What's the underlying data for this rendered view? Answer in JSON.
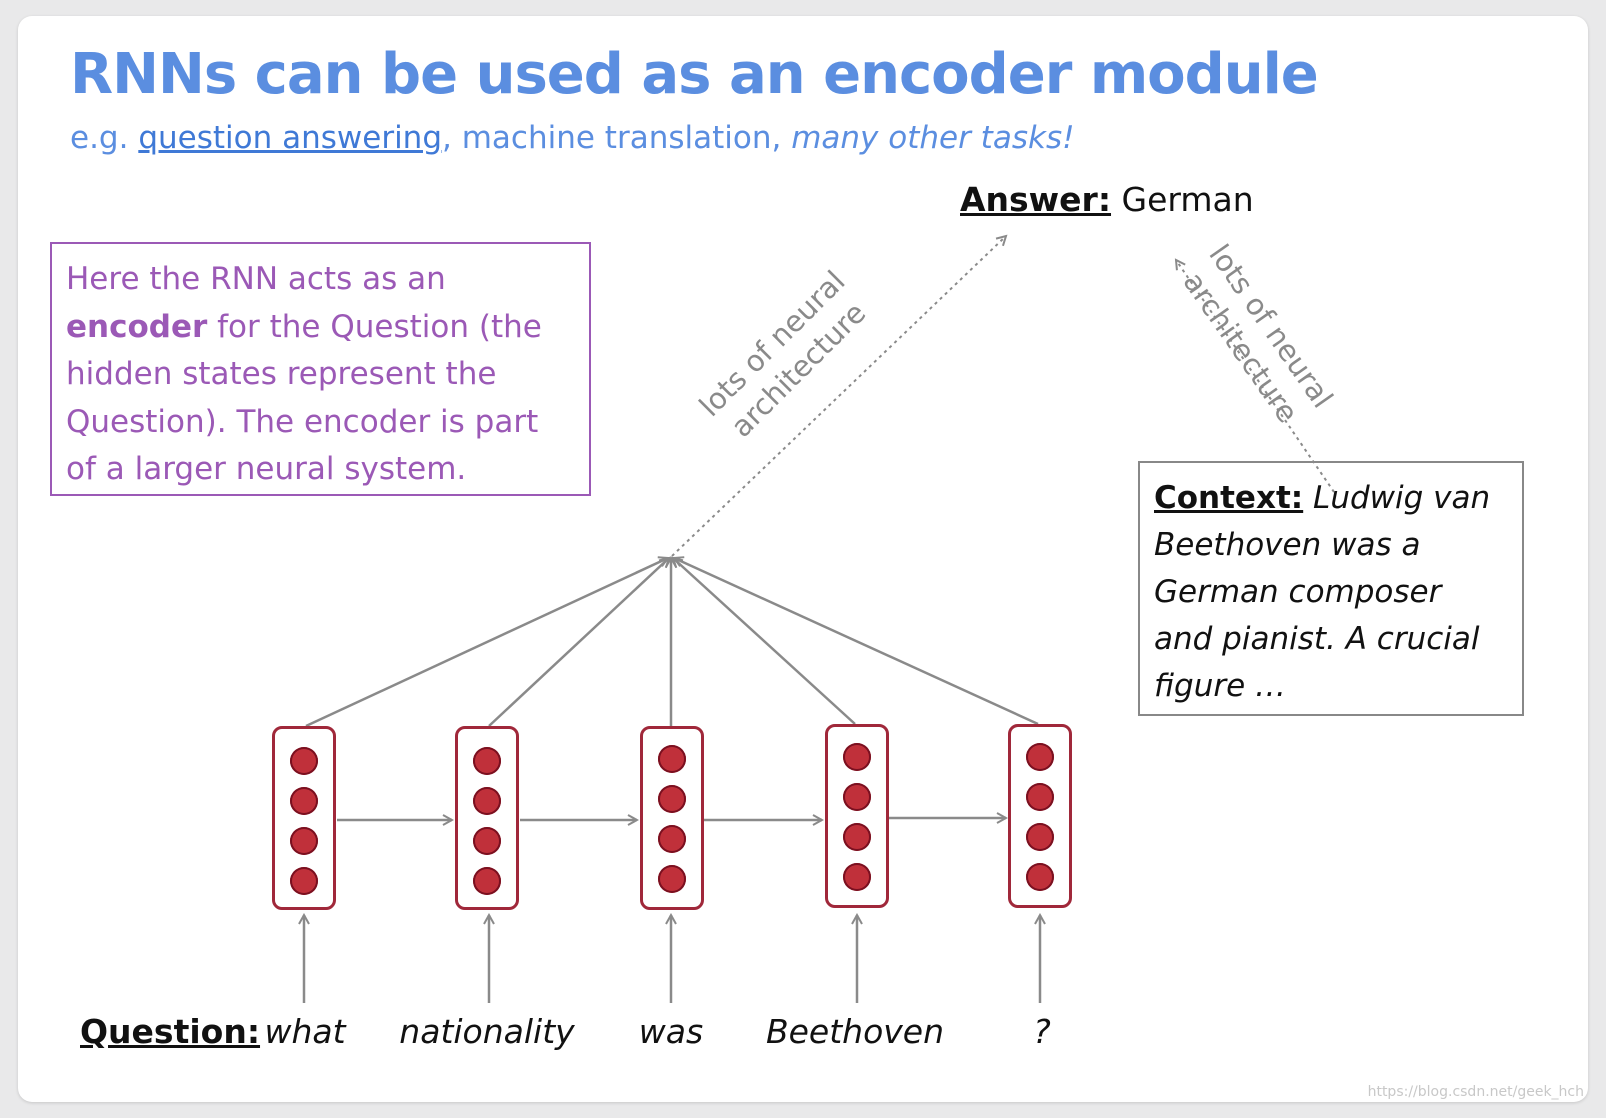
{
  "title": "RNNs can be used as an encoder module",
  "subtitle": {
    "prefix": "e.g. ",
    "link": "question answering",
    "middle": ", machine translation, ",
    "italic": "many other tasks!"
  },
  "encoder_note": {
    "part1": "Here the RNN acts as an ",
    "bold": "encoder",
    "part2": " for the Question (the hidden states represent the Question). The encoder is part of a larger neural system."
  },
  "answer": {
    "label": "Answer:",
    "value": " German"
  },
  "arch_label_left": [
    "lots of neural",
    "architecture"
  ],
  "arch_label_right": [
    "lots of neural",
    "architecture"
  ],
  "context": {
    "label": "Context:",
    "text": " Ludwig van Beethoven was a German composer and pianist. A crucial figure …"
  },
  "question": {
    "label": "Question:",
    "words": [
      "what",
      "nationality",
      "was",
      "Beethoven",
      "?"
    ]
  },
  "colors": {
    "title_blue": "#5b8ee0",
    "purple": "#9b59b6",
    "cell_border": "#a0283a",
    "neuron": "#c0303a",
    "arrow_gray": "#8a8a8a"
  },
  "watermark": "https://blog.csdn.net/geek_hch"
}
